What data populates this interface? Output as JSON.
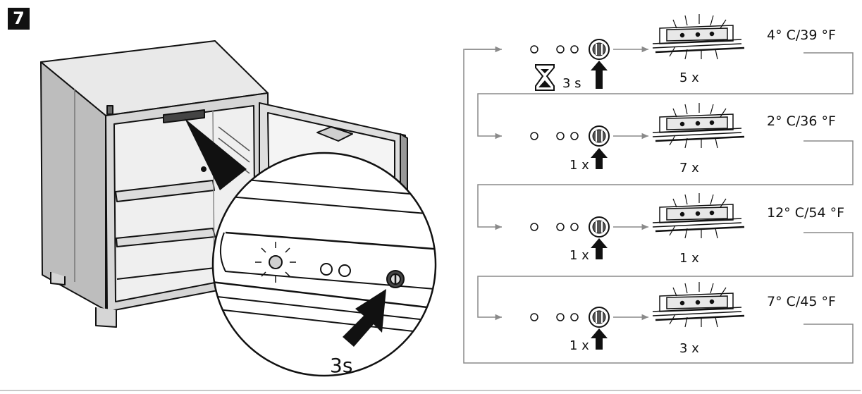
{
  "step_number": "7",
  "press_duration": "3s",
  "steps": [
    {
      "trigger": "3 s",
      "blink_count": "5 x",
      "temperature": "4° C/39 °F"
    },
    {
      "trigger": "1 x",
      "blink_count": "7 x",
      "temperature": "2° C/36 °F"
    },
    {
      "trigger": "1 x",
      "blink_count": "1 x",
      "temperature": "12° C/54 °F"
    },
    {
      "trigger": "1 x",
      "blink_count": "3 x",
      "temperature": "7° C/45 °F"
    }
  ],
  "icons": {
    "timer": "hourglass-icon",
    "press": "up-arrow-icon",
    "knob": "control-knob-icon",
    "leds": "indicator-led-icon",
    "panel": "control-panel-icon"
  },
  "colors": {
    "line": "#111111",
    "flow_line": "#8a8a8a",
    "background": "#ffffff"
  }
}
